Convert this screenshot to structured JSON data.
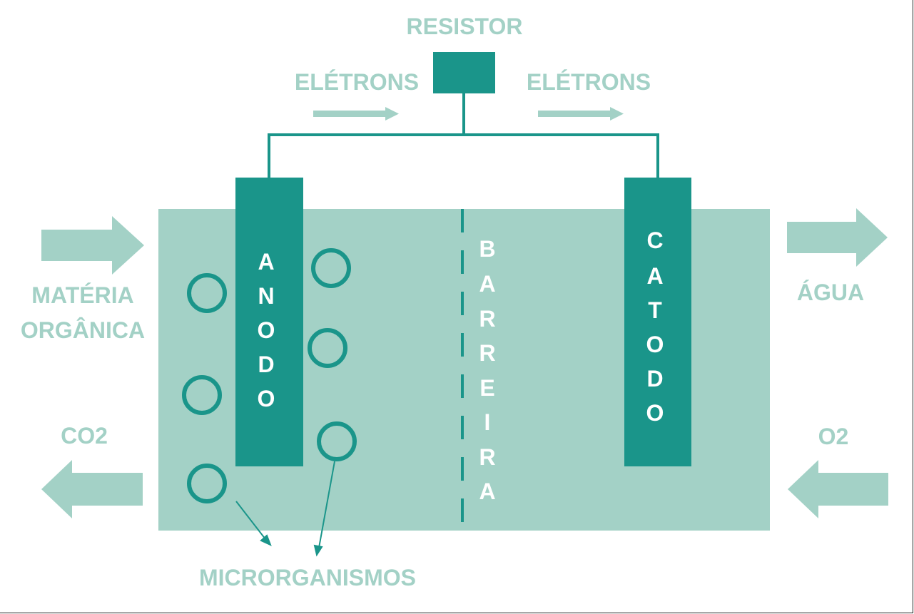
{
  "colors": {
    "tank": "#a3d1c6",
    "dark": "#1a958a",
    "arrow": "#a3d1c6",
    "text_light": "#a3d1c6",
    "text_white": "#ffffff"
  },
  "labels": {
    "resistor": "RESISTOR",
    "electrons_left": "ELÉTRONS",
    "electrons_right": "ELÉTRONS",
    "organic_1": "MATÉRIA",
    "organic_2": "ORGÂNICA",
    "water": "ÁGUA",
    "co2": "CO2",
    "o2": "O2",
    "microorganisms": "MICRORGANISMOS"
  },
  "electrodes": {
    "anode": [
      "A",
      "N",
      "O",
      "D",
      "O"
    ],
    "cathode": [
      "C",
      "A",
      "T",
      "O",
      "D",
      "O"
    ]
  },
  "barrier": [
    "B",
    "A",
    "R",
    "R",
    "E",
    "I",
    "R",
    "A"
  ]
}
